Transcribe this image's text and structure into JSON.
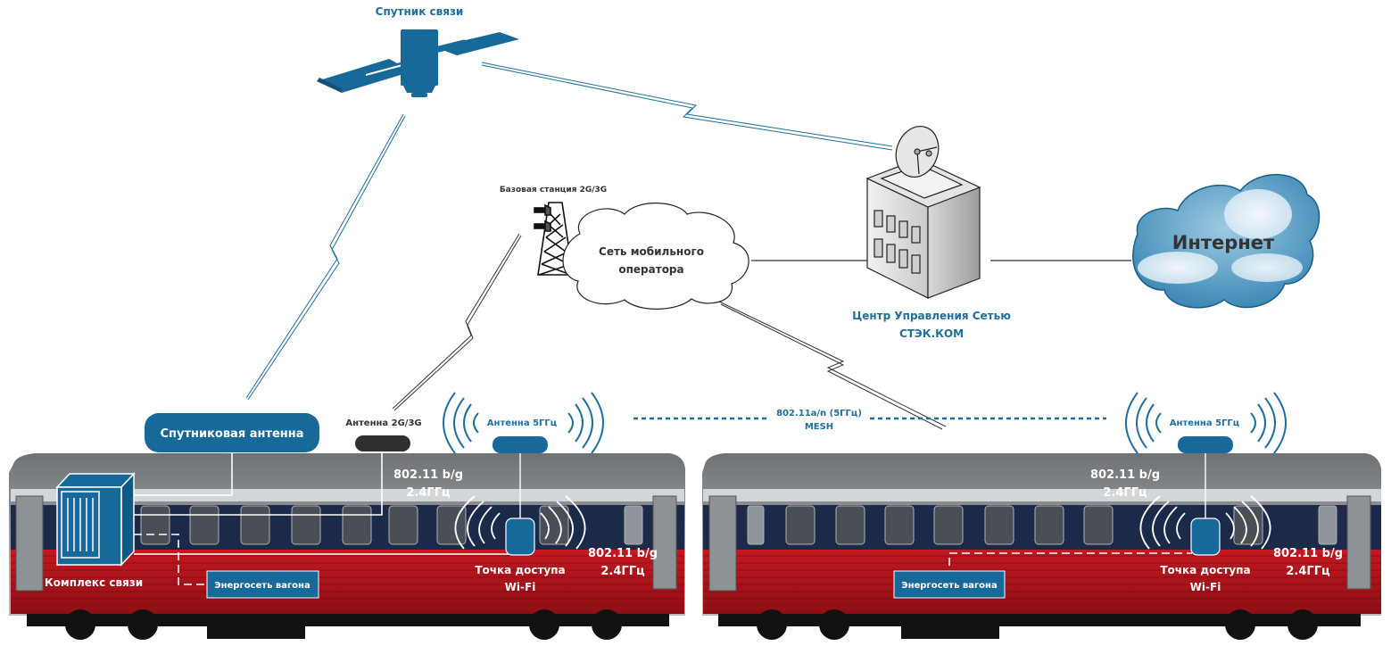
{
  "colors": {
    "accent": "#17699a",
    "label_blue": "#1f6f9c",
    "dark": "#333333",
    "car_red": "#b0141c",
    "car_blue": "#1c2a4a",
    "car_roof": "#8c8f91",
    "white": "#ffffff"
  },
  "satellite": {
    "label": "Спутник связи",
    "icon": "satellite-icon"
  },
  "base_station": {
    "label": "Базовая станция 2G/3G",
    "icon": "cell-tower-icon"
  },
  "mobile_network": {
    "line1": "Сеть мобильного",
    "line2": "оператора",
    "icon": "cloud-icon"
  },
  "control_center": {
    "line1": "Центр Управления Сетью",
    "line2": "СТЭК.КОМ",
    "icon": "building-with-dish-icon"
  },
  "internet": {
    "label": "Интернет",
    "icon": "cloud-icon"
  },
  "mesh_link": {
    "line1": "802.11a/n (5ГГц)",
    "line2": "MESH"
  },
  "car_left": {
    "satellite_antenna": "Спутниковая антенна",
    "antenna_2g3g": "Антенна 2G/3G",
    "antenna_5ghz": "Антенна 5ГГц",
    "comm_complex": "Комплекс связи",
    "power_grid": "Энергосеть вагона",
    "access_point_line1": "Точка доступа",
    "access_point_line2": "Wi-Fi",
    "wifi_top_line1": "802.11 b/g",
    "wifi_top_line2": "2.4ГГц",
    "wifi_right_line1": "802.11 b/g",
    "wifi_right_line2": "2.4ГГц"
  },
  "car_right": {
    "antenna_5ghz": "Антенна 5ГГц",
    "power_grid": "Энергосеть вагона",
    "access_point_line1": "Точка доступа",
    "access_point_line2": "Wi-Fi",
    "wifi_top_line1": "802.11 b/g",
    "wifi_top_line2": "2.4ГГц",
    "wifi_right_line1": "802.11 b/g",
    "wifi_right_line2": "2.4ГГц"
  }
}
